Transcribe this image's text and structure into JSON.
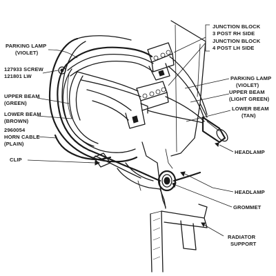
{
  "labels": {
    "junction_block_rh_1": "JUNCTION BLOCK",
    "junction_block_rh_2": "3 POST RH SIDE",
    "junction_block_lh_1": "JUNCTION BLOCK",
    "junction_block_lh_2": "4 POST LH SIDE",
    "parking_lamp_left_1": "PARKING LAMP",
    "parking_lamp_left_2": "(VIOLET)",
    "screw_1": "127933 SCREW",
    "screw_2": "121801 LW",
    "upper_beam_left_1": "UPPER BEAM",
    "upper_beam_left_2": "(GREEN)",
    "lower_beam_left_1": "LOWER BEAM",
    "lower_beam_left_2": "(BROWN)",
    "horn_cable_1": "2960054",
    "horn_cable_2": "HORN CABLE",
    "horn_cable_3": "(PLAIN)",
    "clip": "CLIP",
    "parking_lamp_right_1": "PARKING LAMP",
    "parking_lamp_right_2": "(VIOLET)",
    "upper_beam_right_1": "UPPER BEAM",
    "upper_beam_right_2": "(LIGHT GREEN)",
    "lower_beam_right_1": "LOWER BEAM",
    "lower_beam_right_2": "(TAN)",
    "headlamp_upper": "HEADLAMP",
    "headlamp_lower": "HEADLAMP",
    "grommet": "GROMMET",
    "radiator_support_1": "RADIATOR",
    "radiator_support_2": "SUPPORT"
  }
}
